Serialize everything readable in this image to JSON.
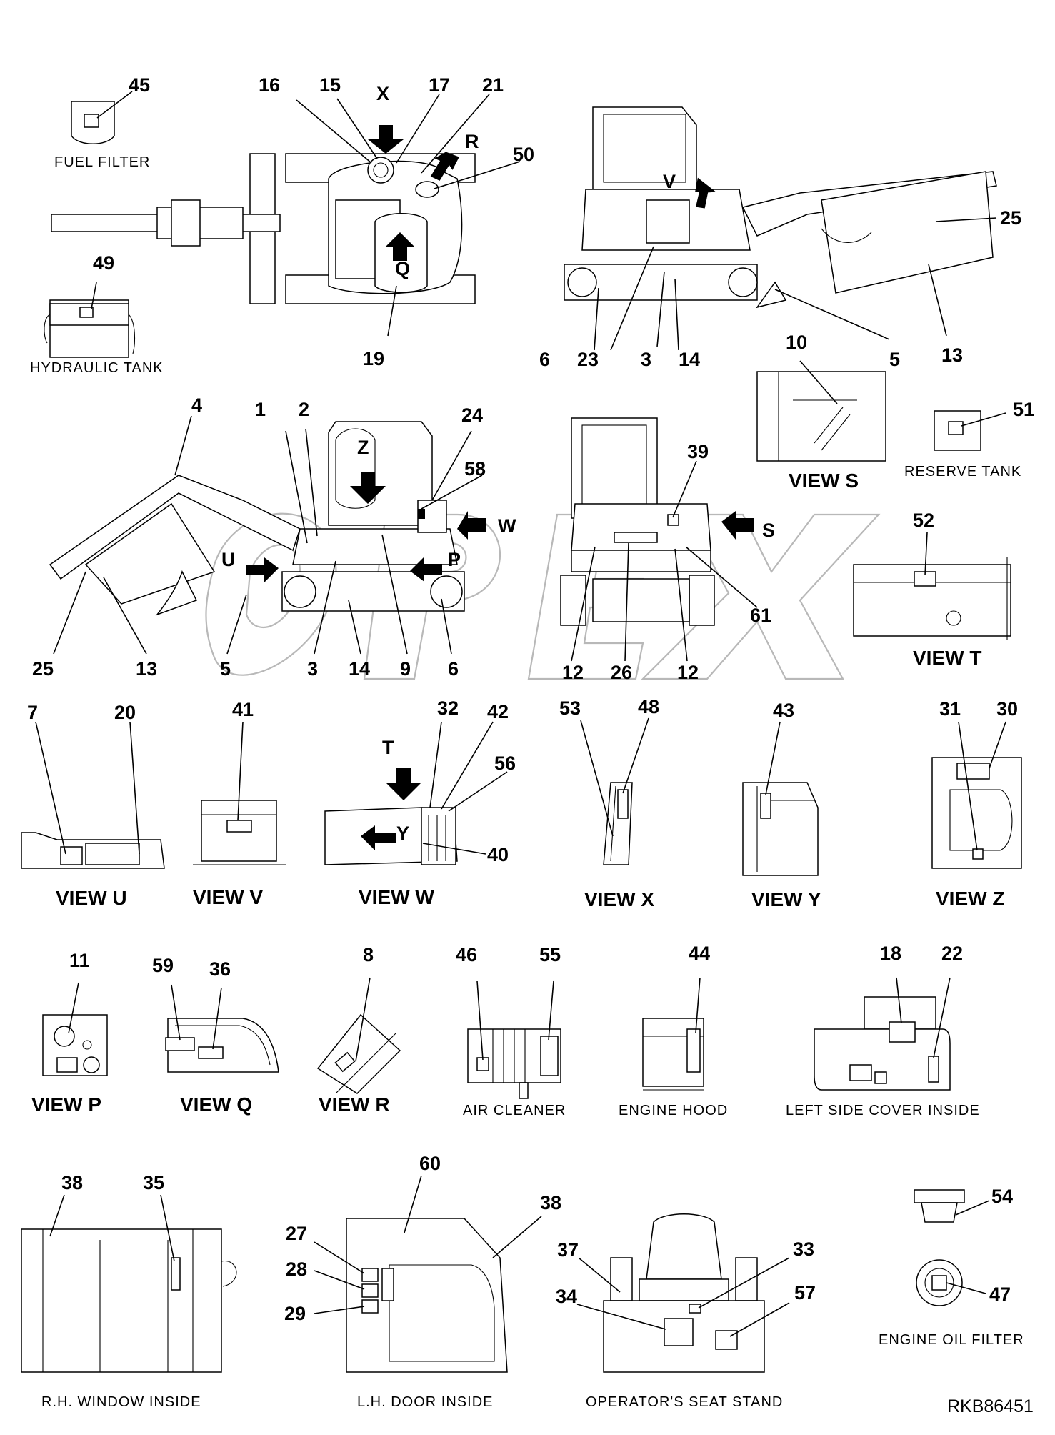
{
  "diagram": {
    "watermark": "OPEX",
    "drawing_code": "RKB86451",
    "captions": {
      "fuel_filter": "FUEL FILTER",
      "hydraulic_tank": "HYDRAULIC TANK",
      "reserve_tank": "RESERVE TANK",
      "air_cleaner": "AIR CLEANER",
      "engine_hood": "ENGINE HOOD",
      "left_side_cover_inside": "LEFT SIDE COVER INSIDE",
      "rh_window_inside": "R.H. WINDOW INSIDE",
      "lh_door_inside": "L.H. DOOR INSIDE",
      "operators_seat_stand": "OPERATOR'S SEAT STAND",
      "engine_oil_filter": "ENGINE OIL FILTER"
    },
    "view_titles": {
      "s": "VIEW S",
      "t": "VIEW T",
      "u": "VIEW U",
      "v": "VIEW V",
      "w": "VIEW W",
      "x": "VIEW X",
      "y": "VIEW Y",
      "z": "VIEW Z",
      "p": "VIEW P",
      "q": "VIEW Q",
      "r": "VIEW R"
    },
    "view_letters": {
      "x": "X",
      "r": "R",
      "q": "Q",
      "v": "V",
      "z": "Z",
      "w": "W",
      "p": "P",
      "u": "U",
      "s": "S",
      "t": "T",
      "y": "Y"
    },
    "callouts": {
      "c45": "45",
      "c16": "16",
      "c15": "15",
      "c17": "17",
      "c21": "21",
      "c50": "50",
      "c49": "49",
      "c19": "19",
      "c25a": "25",
      "c6a": "6",
      "c23": "23",
      "c3a": "3",
      "c14a": "14",
      "c5a": "5",
      "c13a": "13",
      "c10": "10",
      "c51": "51",
      "c4": "4",
      "c1": "1",
      "c2": "2",
      "c24": "24",
      "c58": "58",
      "c25b": "25",
      "c13b": "13",
      "c5b": "5",
      "c3b": "3",
      "c14b": "14",
      "c9": "9",
      "c6b": "6",
      "c39": "39",
      "c61": "61",
      "c12a": "12",
      "c26": "26",
      "c12b": "12",
      "c52": "52",
      "c7": "7",
      "c20": "20",
      "c41": "41",
      "c32": "32",
      "c42": "42",
      "c56": "56",
      "c40": "40",
      "c53": "53",
      "c48": "48",
      "c43": "43",
      "c31": "31",
      "c30": "30",
      "c11": "11",
      "c59": "59",
      "c36": "36",
      "c8": "8",
      "c46": "46",
      "c55": "55",
      "c44": "44",
      "c18": "18",
      "c22": "22",
      "c38a": "38",
      "c35": "35",
      "c60": "60",
      "c27": "27",
      "c28": "28",
      "c29": "29",
      "c38b": "38",
      "c37": "37",
      "c33": "33",
      "c34": "34",
      "c57": "57",
      "c54": "54",
      "c47": "47"
    }
  }
}
